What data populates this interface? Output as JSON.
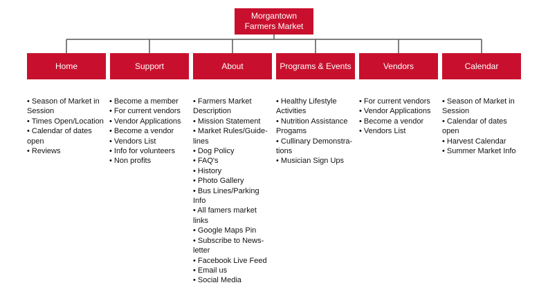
{
  "root": {
    "line1": "Morgantown",
    "line2": "Farmers Market"
  },
  "colors": {
    "box_fill": "#c8102e",
    "box_text": "#ffffff",
    "connector": "#555555"
  },
  "categories": [
    {
      "label": "Home",
      "items": [
        "• Season of Market in Session",
        "• Times Open/Location",
        "• Calendar of dates open",
        "• Reviews"
      ]
    },
    {
      "label": "Support",
      "items": [
        "• Become a member",
        "• For current vendors",
        "• Vendor Applications",
        "• Become a vendor",
        "• Vendors List",
        "• Info for volunteers",
        "• Non profits"
      ]
    },
    {
      "label": "About",
      "items": [
        "• Farmers Market Description",
        "• Mission Statement",
        "• Market Rules/Guide-lines",
        "• Dog Policy",
        "• FAQ's",
        "• History",
        "• Photo Gallery",
        "• Bus Lines/Parking Info",
        "• All famers market links",
        "• Google Maps Pin",
        "• Subscribe to News-letter",
        "• Facebook Live Feed",
        "• Email us",
        "• Social Media"
      ]
    },
    {
      "label": "Programs & Events",
      "items": [
        "• Healthy Lifestyle Activities",
        "• Nutrition Assistance Progams",
        "• Cullinary Demonstra-tions",
        "• Musician Sign Ups"
      ]
    },
    {
      "label": "Vendors",
      "items": [
        "• For current vendors",
        "• Vendor Applications",
        "• Become a vendor",
        "• Vendors List"
      ]
    },
    {
      "label": "Calendar",
      "items": [
        "• Season of Market in Session",
        "• Calendar of dates open",
        "• Harvest Calendar",
        "• Summer Market Info"
      ]
    }
  ]
}
